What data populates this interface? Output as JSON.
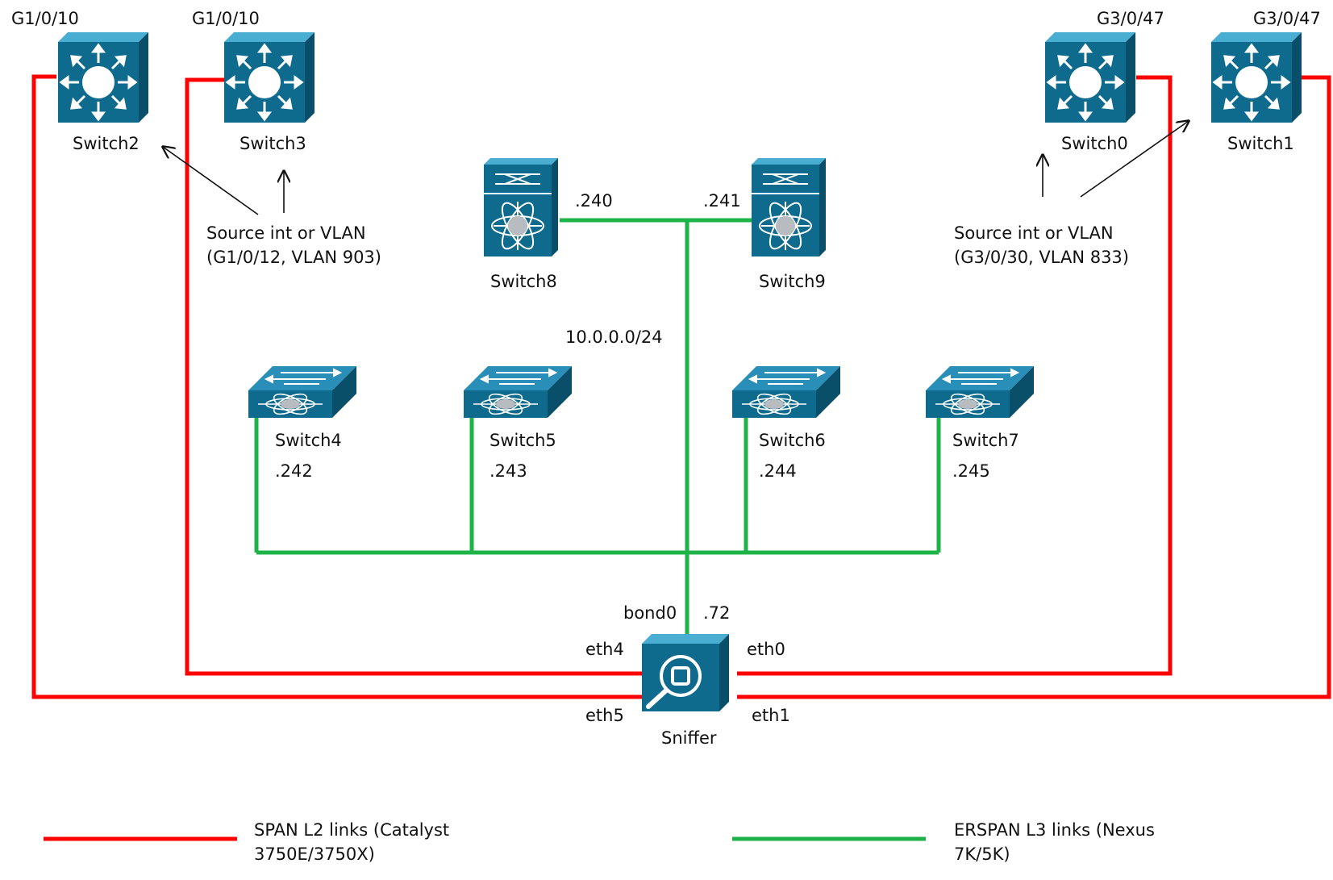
{
  "devices": {
    "switch2": {
      "name": "Switch2",
      "port": "G1/0/10"
    },
    "switch3": {
      "name": "Switch3",
      "port": "G1/0/10"
    },
    "switch0": {
      "name": "Switch0",
      "port": "G3/0/47"
    },
    "switch1": {
      "name": "Switch1",
      "port": "G3/0/47"
    },
    "switch8": {
      "name": "Switch8",
      "ip": ".240"
    },
    "switch9": {
      "name": "Switch9",
      "ip": ".241"
    },
    "switch4": {
      "name": "Switch4",
      "ip": ".242"
    },
    "switch5": {
      "name": "Switch5",
      "ip": ".243"
    },
    "switch6": {
      "name": "Switch6",
      "ip": ".244"
    },
    "switch7": {
      "name": "Switch7",
      "ip": ".245"
    },
    "sniffer": {
      "name": "Sniffer",
      "bond": "bond0",
      "ip": ".72",
      "eth4": "eth4",
      "eth0": "eth0",
      "eth5": "eth5",
      "eth1": "eth1"
    }
  },
  "subnet": "10.0.0.0/24",
  "notes": {
    "left": {
      "line1": "Source int or VLAN",
      "line2": "(G1/0/12, VLAN 903)"
    },
    "right": {
      "line1": "Source int or VLAN",
      "line2": "(G3/0/30, VLAN 833)"
    }
  },
  "legend": {
    "span": {
      "line1": "SPAN L2 links (Catalyst",
      "line2": "3750E/3750X)",
      "color": "#ff0000"
    },
    "erspan": {
      "line1": "ERSPAN L3 links (Nexus",
      "line2": "7K/5K)",
      "color": "#1db348"
    }
  },
  "colors": {
    "device": "#0e6b8e",
    "device_light": "#2a9bc2",
    "device_dark": "#0a4f6a"
  }
}
